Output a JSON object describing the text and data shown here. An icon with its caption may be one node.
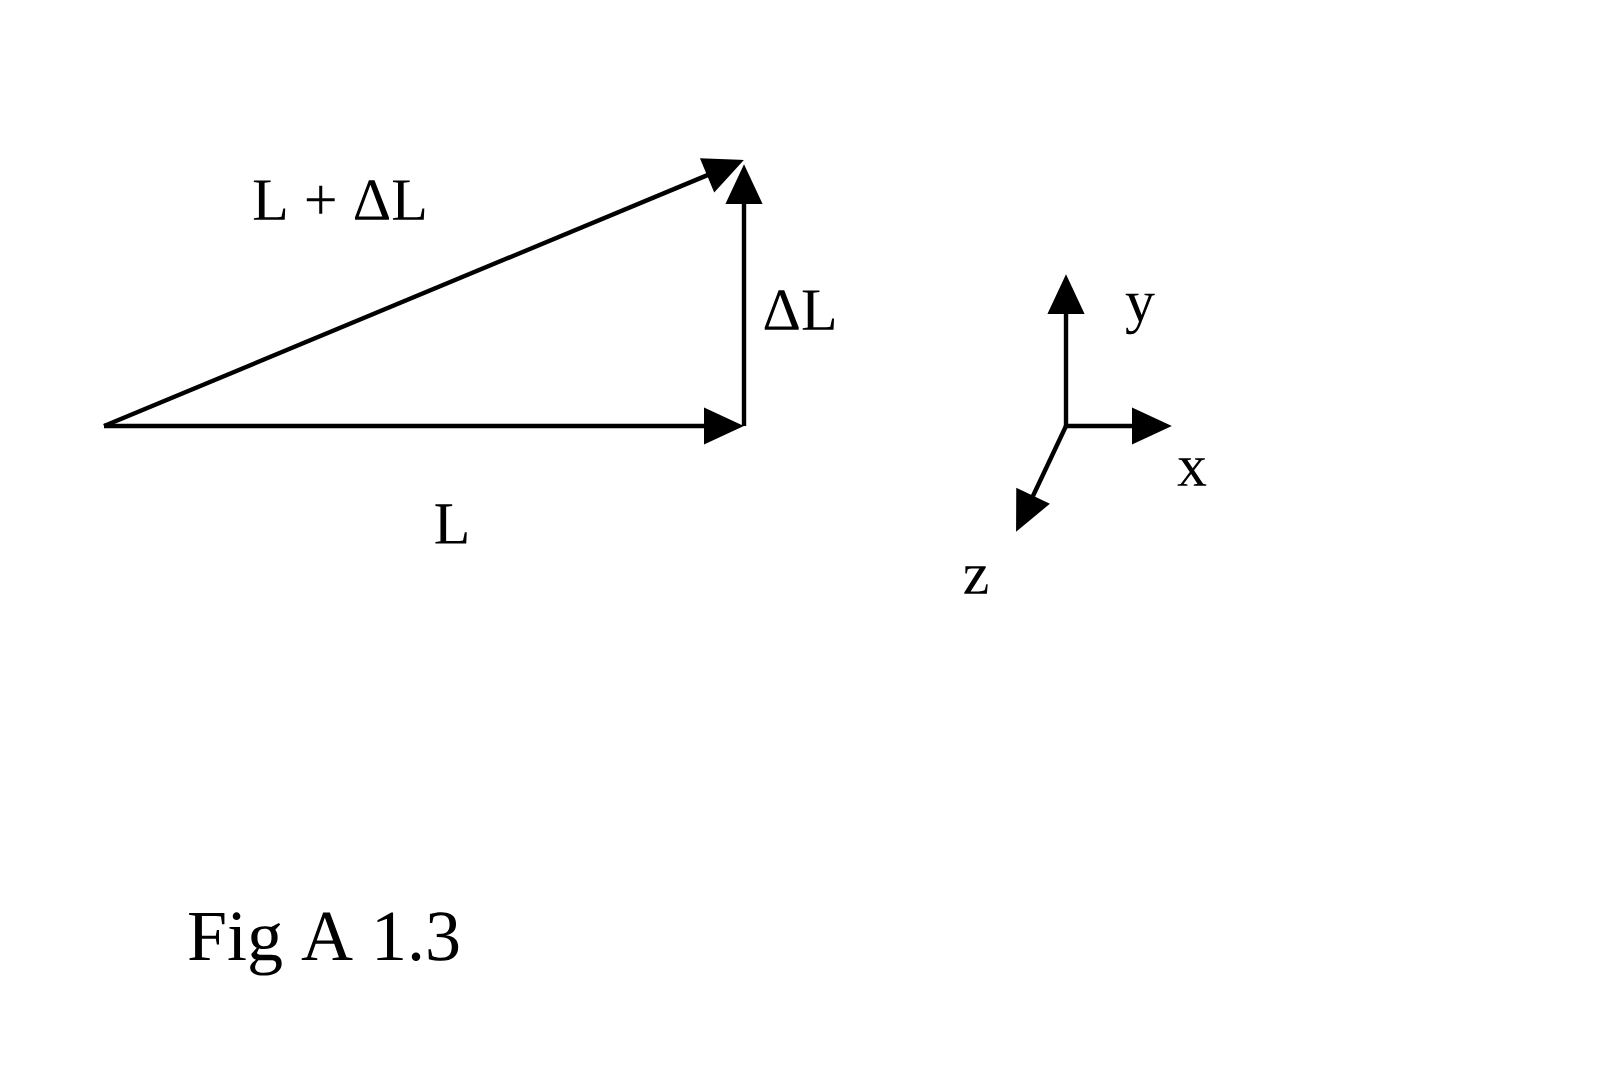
{
  "diagram": {
    "caption": "Fig A 1.3",
    "labels": [
      "L + ΔL",
      "ΔL",
      "L",
      "y",
      "x",
      "z"
    ]
  }
}
